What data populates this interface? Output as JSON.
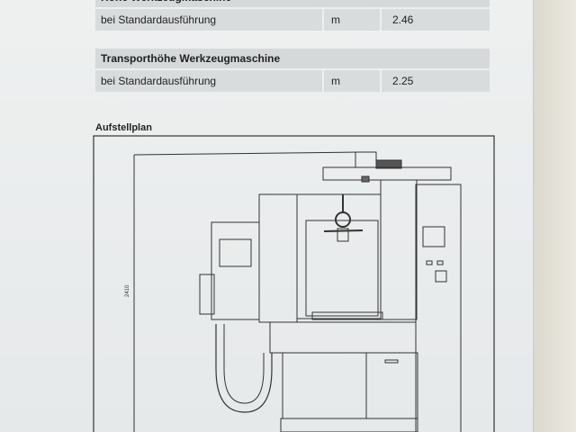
{
  "tables": [
    {
      "title": "Höhe Werkzeugmaschine",
      "rows": [
        {
          "label": "bei Standardausführung",
          "unit": "m",
          "value": "2.46"
        }
      ]
    },
    {
      "title": "Transporthöhe Werkzeugmaschine",
      "rows": [
        {
          "label": "bei Standardausführung",
          "unit": "m",
          "value": "2.25"
        }
      ]
    }
  ],
  "section_title": "Aufstellplan",
  "drawing": {
    "height_dimension": "2410"
  }
}
